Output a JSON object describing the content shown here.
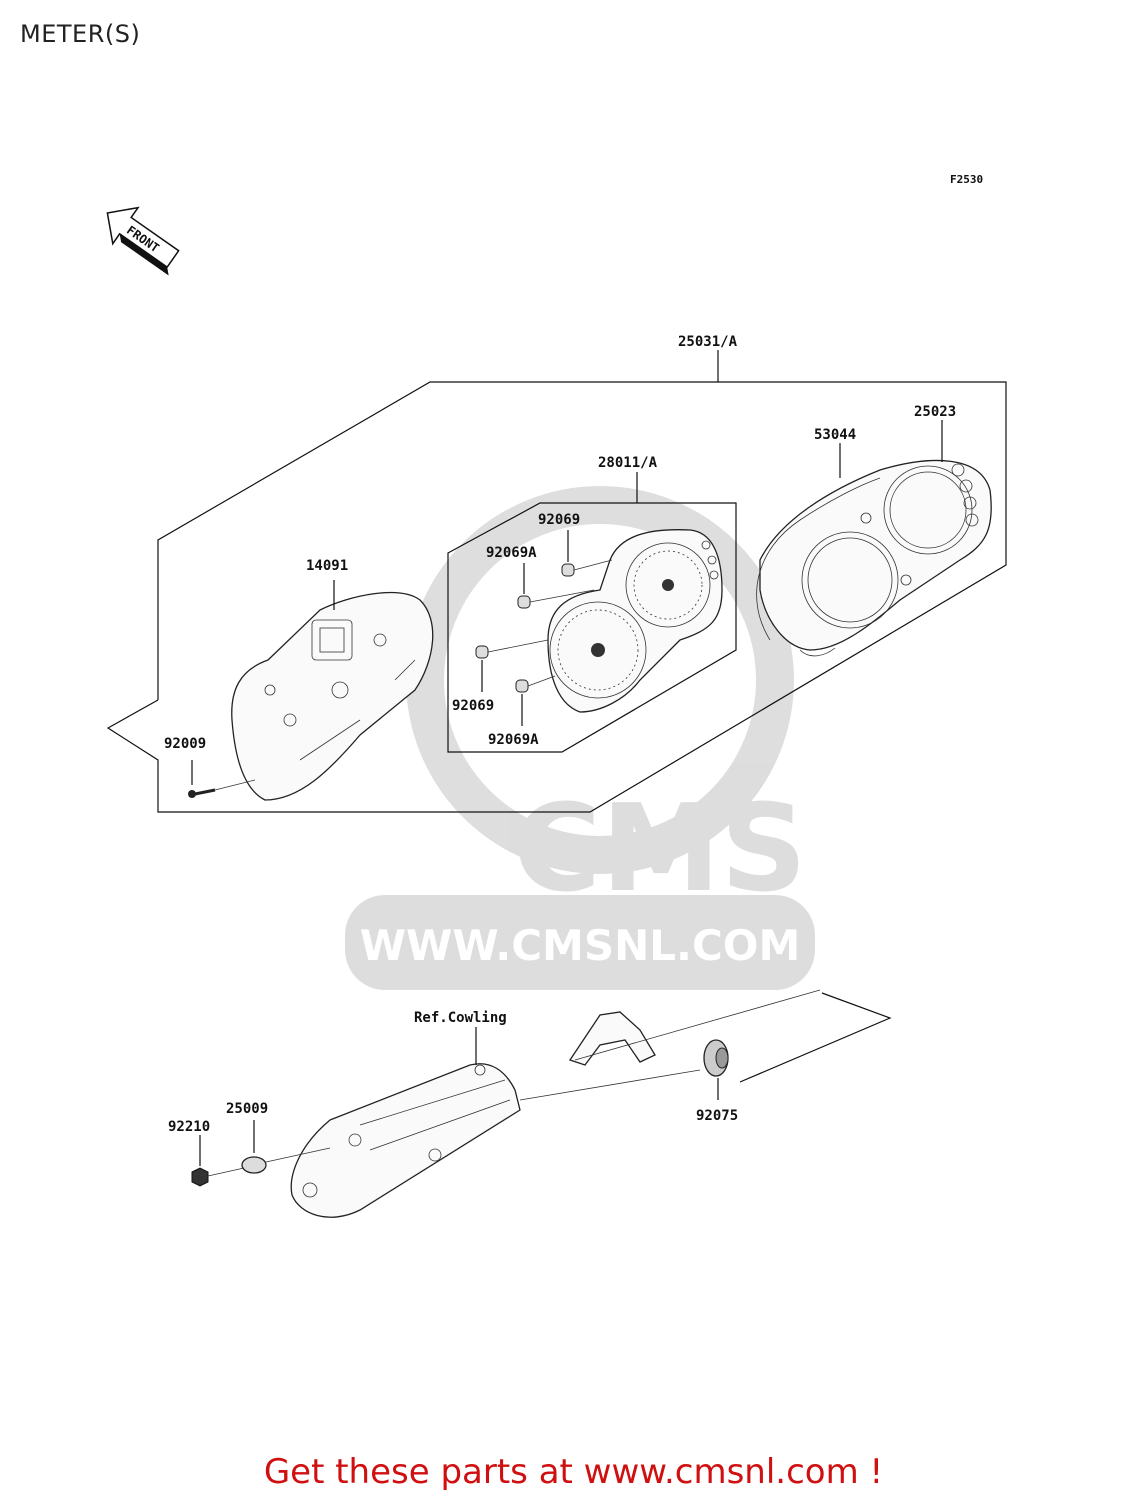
{
  "page": {
    "title": "METER(S)",
    "figure_code": "F2530"
  },
  "front_marker": {
    "text": "FRONT",
    "icon": "front-arrow-icon"
  },
  "watermark": {
    "url_text": "WWW.CMSNL.COM",
    "logo_text": "CMS"
  },
  "parts": [
    {
      "id": "25031/A"
    },
    {
      "id": "28011/A"
    },
    {
      "id": "25023"
    },
    {
      "id": "53044"
    },
    {
      "id": "14091"
    },
    {
      "id": "92069"
    },
    {
      "id": "92069A"
    },
    {
      "id": "92069"
    },
    {
      "id": "92069A"
    },
    {
      "id": "92009"
    },
    {
      "id": "92075"
    },
    {
      "id": "25009"
    },
    {
      "id": "92210"
    }
  ],
  "reference": {
    "text": "Ref.Cowling"
  },
  "footer": {
    "text": "Get these parts at www.cmsnl.com !",
    "color": "#d01010"
  }
}
